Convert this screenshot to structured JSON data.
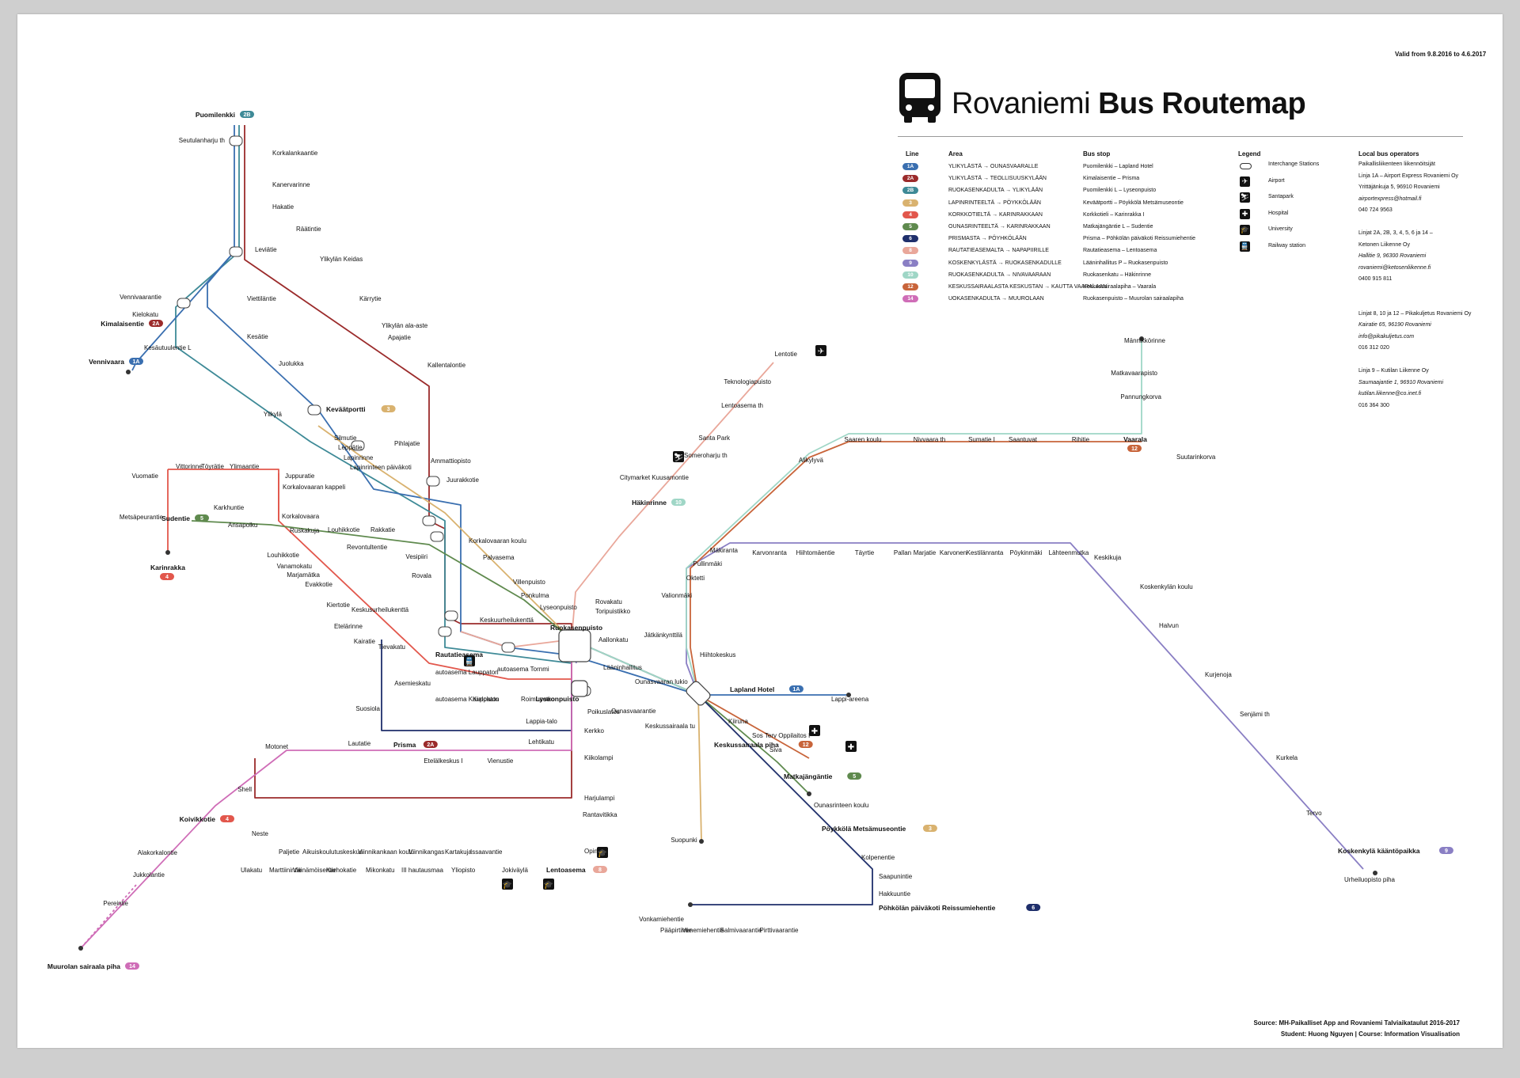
{
  "header": {
    "valid": "Valid from 9.8.2016 to 4.6.2017",
    "title_regular": "Rovaniemi ",
    "title_bold": "Bus Routemap"
  },
  "columns": {
    "line": "Line",
    "area": "Area",
    "busstop": "Bus stop",
    "legend": "Legend",
    "operators": "Local bus operators"
  },
  "lines": [
    {
      "id": "1A",
      "color": "#3a6fb0",
      "area": "YLIKYLÄSTÄ → OUNASVAARALLE",
      "stop": "Puomilenkki – Lapland Hotel"
    },
    {
      "id": "2A",
      "color": "#9b2b2b",
      "area": "YLIKYLÄSTÄ → TEOLLISUUSKYLÄÄN",
      "stop": "Kimalaisentie – Prisma"
    },
    {
      "id": "2B",
      "color": "#3e8a97",
      "area": "RUOKASENKADULTA → YLIKYLÄÄN",
      "stop": "Puomilenkki L – Lyseonpuisto"
    },
    {
      "id": "3",
      "color": "#d9b26f",
      "area": "LAPINRINTEELTÄ → PÖYKKÖLÄÄN",
      "stop": "Keväätportti – Pöykkölä Metsämuseontie"
    },
    {
      "id": "4",
      "color": "#e2574c",
      "area": "KORKKOTIELTÄ → KARINRAKKAAN",
      "stop": "Korkkotieli – Karinrakka I"
    },
    {
      "id": "5",
      "color": "#5f8a4e",
      "area": "OUNASRINTEELTÄ → KARINRAKKAAN",
      "stop": "Matkajängäntie L – Sudentie"
    },
    {
      "id": "6",
      "color": "#1f2f6b",
      "area": "PRISMASTA → PÖYHKÖLÄÄN",
      "stop": "Prisma – Pöhkölän päiväkoti Reissumiehentie"
    },
    {
      "id": "8",
      "color": "#e9a79a",
      "area": "RAUTATIEASEMALTA → NAPAPIIRILLE",
      "stop": "Rautatieasema – Lentoasema"
    },
    {
      "id": "9",
      "color": "#8a7fc4",
      "area": "KOSKENKYLÄSTÄ → RUOKASENKADULLE",
      "stop": "Lääninhallitus P – Ruokasenpuisto"
    },
    {
      "id": "10",
      "color": "#9fd6c6",
      "area": "RUOKASENKADULTA → NIVAVAARAAN",
      "stop": "Ruokasenkatu – Häkinrinne"
    },
    {
      "id": "12",
      "color": "#c8643a",
      "area": "KESKUSSAIRAALASTA KESKUSTAN → KAUTTA VAARALAAN",
      "stop": "Keskussairaalapiha – Vaarala"
    },
    {
      "id": "14",
      "color": "#cf6db7",
      "area": "UOKASENKADULTA → MUUROLAAN",
      "stop": "Ruokasenpuisto – Muurolan sairaalapiha"
    }
  ],
  "legend": [
    {
      "label": "Interchange Stations",
      "icon": "interchange-icon"
    },
    {
      "label": "Airport",
      "icon": "airport-icon"
    },
    {
      "label": "Santapark",
      "icon": "santapark-icon"
    },
    {
      "label": "Hospital",
      "icon": "hospital-icon"
    },
    {
      "label": "University",
      "icon": "university-icon"
    },
    {
      "label": "Railway station",
      "icon": "railway-icon"
    }
  ],
  "operators": [
    "Paikallisliikenteen liikennöitsijät",
    "Linja 1A – Airport Express Rovaniemi Oy",
    "Yrittäjänkuja 5, 96910 Rovaniemi",
    "airportexpress@hotmail.fi",
    "040 724 9563",
    "",
    "Linjat 2A, 2B, 3, 4, 5, 6 ja 14 –",
    "Ketonen Liikenne Oy",
    "Hallitie 9, 96300 Rovaniemi",
    "rovaniemi@ketosenliikenne.fi",
    "0400 915 811",
    "",
    "",
    "Linjat 8, 10 ja 12 – Pikakuljetus Rovaniemi Oy",
    "Kairatie 65, 96190 Rovaniemi",
    "info@pikakuljetus.com",
    "016 312 020",
    "",
    "Linja 9 – Kutilan Liikenne Oy",
    "Saumaajantie 1, 96910 Rovaniemi",
    "kutilan.liikenne@co.inet.fi",
    "016 364 300"
  ],
  "footer": {
    "source": "Source: MH-Paikalliset App  and Rovaniemi Talviaikataulut 2016-2017",
    "student": "Student: Huong Nguyen | Course: Information Visualisation"
  },
  "stops": [
    {
      "name": "Puomilenkki",
      "bold": true,
      "badge": "2B"
    },
    {
      "name": "Seutulanharju th"
    },
    {
      "name": "Korkalankaantie"
    },
    {
      "name": "Kanervarinne"
    },
    {
      "name": "Hakatie"
    },
    {
      "name": "Räätintie"
    },
    {
      "name": "Ylikylän Keidas"
    },
    {
      "name": "Leviätie"
    },
    {
      "name": "Vennivaarantie"
    },
    {
      "name": "Kielokatu"
    },
    {
      "name": "Kimalaisentie",
      "bold": true,
      "badge": "2A"
    },
    {
      "name": "Kesäutuulentie L"
    },
    {
      "name": "Vennivaara",
      "bold": true,
      "badge": "1A"
    },
    {
      "name": "Viettiläntie"
    },
    {
      "name": "Kärrytie"
    },
    {
      "name": "Ylikylän ala-aste"
    },
    {
      "name": "Apajatie"
    },
    {
      "name": "Kallentalontie"
    },
    {
      "name": "Kesätie"
    },
    {
      "name": "Juolukka"
    },
    {
      "name": "Ylikylä"
    },
    {
      "name": "Keväätportti",
      "bold": true,
      "badge": "3"
    },
    {
      "name": "Silmutie"
    },
    {
      "name": "Leppätie"
    },
    {
      "name": "Lapinrinne"
    },
    {
      "name": "Lapinrinteen päiväkoti"
    },
    {
      "name": "Pihlajatie"
    },
    {
      "name": "Ammattiopisto"
    },
    {
      "name": "Juurakkotie"
    },
    {
      "name": "Vittorinne"
    },
    {
      "name": "Töyrätie"
    },
    {
      "name": "Ylimaantie"
    },
    {
      "name": "Juppuratie"
    },
    {
      "name": "Vuomatie"
    },
    {
      "name": "Korkalovaaran kappeli"
    },
    {
      "name": "Metsäpeurantie"
    },
    {
      "name": "Karinrakka",
      "bold": true,
      "badge": "4"
    },
    {
      "name": "Karkhuntie"
    },
    {
      "name": "Sudentie",
      "bold": true,
      "badge": "5"
    },
    {
      "name": "Ansapolku"
    },
    {
      "name": "Korkalovaara"
    },
    {
      "name": "Ruskakuja"
    },
    {
      "name": "Louhikkotie"
    },
    {
      "name": "Rakkatie"
    },
    {
      "name": "Revontultentie"
    },
    {
      "name": "Korkalovaaran koulu"
    },
    {
      "name": "Vesipiiri"
    },
    {
      "name": "Palvasema"
    },
    {
      "name": "Rovala"
    },
    {
      "name": "Villenpuisto"
    },
    {
      "name": "Ponkulma"
    },
    {
      "name": "Lyseonpuisto"
    },
    {
      "name": "Keskuurheilukenttä"
    },
    {
      "name": "Louhikkotie"
    },
    {
      "name": "Vanamokatu"
    },
    {
      "name": "Marjamätka"
    },
    {
      "name": "Evakkotie"
    },
    {
      "name": "Kiertotie"
    },
    {
      "name": "Keskusurheilukenttä"
    },
    {
      "name": "Etelärinne"
    },
    {
      "name": "Kairatie"
    },
    {
      "name": "Tievakatu"
    },
    {
      "name": "Rautatieasema",
      "bold": true
    },
    {
      "name": "autoasema Lauppaton"
    },
    {
      "name": "autoasema Tornmi"
    },
    {
      "name": "Asemieskatu"
    },
    {
      "name": "autoasema Kauppaton"
    },
    {
      "name": "Kielokatu"
    },
    {
      "name": "Roimunotko"
    },
    {
      "name": "Lyseonpuisto",
      "bold": true
    },
    {
      "name": "Ruokasenpuisto",
      "bold": true
    },
    {
      "name": "Rovakatu"
    },
    {
      "name": "Toripuistikko"
    },
    {
      "name": "Aallonkatu"
    },
    {
      "name": "Lääninhallitus"
    },
    {
      "name": "Ounasvaaran lukio"
    },
    {
      "name": "Poikuslatos"
    },
    {
      "name": "Ounasvaarantie"
    },
    {
      "name": "Lappia-talo"
    },
    {
      "name": "Lehtikatu"
    },
    {
      "name": "Kerkko"
    },
    {
      "name": "Kiikolampi"
    },
    {
      "name": "Harjulampi"
    },
    {
      "name": "Rantavitikka"
    },
    {
      "name": "Opintie"
    },
    {
      "name": "Suosiola"
    },
    {
      "name": "Prisma",
      "bold": true,
      "badge": "2A"
    },
    {
      "name": "Lautatie"
    },
    {
      "name": "Motonet"
    },
    {
      "name": "Etelälkeskus I"
    },
    {
      "name": "Vienustie"
    },
    {
      "name": "Shell"
    },
    {
      "name": "Koivikkotie",
      "bold": true,
      "badge": "4"
    },
    {
      "name": "Neste"
    },
    {
      "name": "Alakorkalontie"
    },
    {
      "name": "Jukkolantie"
    },
    {
      "name": "Pereintie"
    },
    {
      "name": "Muurolan sairaala piha",
      "bold": true,
      "badge": "14"
    },
    {
      "name": "Paljetie"
    },
    {
      "name": "Aikuiskoulutuskeskus"
    },
    {
      "name": "Viinnikankaan koulu"
    },
    {
      "name": "Viinnikangas"
    },
    {
      "name": "Kartakuja"
    },
    {
      "name": "Issaavantie"
    },
    {
      "name": "Ulakatu"
    },
    {
      "name": "Marttiinintie"
    },
    {
      "name": "Väinämöisentie"
    },
    {
      "name": "Karhokatie"
    },
    {
      "name": "Mikonkatu"
    },
    {
      "name": "III hautausmaa"
    },
    {
      "name": "Yliopisto"
    },
    {
      "name": "Jokiväylä"
    },
    {
      "name": "Lentoasema",
      "bold": true,
      "badge": "8"
    },
    {
      "name": "Lentotie"
    },
    {
      "name": "Teknologiapuisto"
    },
    {
      "name": "Lentoasema th"
    },
    {
      "name": "Santa Park"
    },
    {
      "name": "Someroharju th"
    },
    {
      "name": "Citymarket Kuusamontie"
    },
    {
      "name": "Häkinrinne",
      "bold": true,
      "badge": "10"
    },
    {
      "name": "Männikkörinne"
    },
    {
      "name": "Matkavaarapisto"
    },
    {
      "name": "Pannungkorva"
    },
    {
      "name": "Saaren koulu"
    },
    {
      "name": "Nivvaara th"
    },
    {
      "name": "Sumatie I"
    },
    {
      "name": "Saantuvat"
    },
    {
      "name": "Rihitie"
    },
    {
      "name": "Vaarala",
      "bold": true,
      "badge": "12"
    },
    {
      "name": "Suutarinkorva"
    },
    {
      "name": "Alikylyvä"
    },
    {
      "name": "Mäkiranta"
    },
    {
      "name": "Pullinmäki"
    },
    {
      "name": "Oktetti"
    },
    {
      "name": "Valionmäki"
    },
    {
      "name": "Jätkänkynttilä"
    },
    {
      "name": "Hiihtokeskus"
    },
    {
      "name": "Karvonranta"
    },
    {
      "name": "Hiihtomäentie"
    },
    {
      "name": "Täyrtie"
    },
    {
      "name": "Pallan"
    },
    {
      "name": "Marjatie"
    },
    {
      "name": "Karvonen"
    },
    {
      "name": "Kestilänranta"
    },
    {
      "name": "Pöykinmäki"
    },
    {
      "name": "Lähteenmutka"
    },
    {
      "name": "Keskikuja"
    },
    {
      "name": "Koskenkylän koulu"
    },
    {
      "name": "Halvun"
    },
    {
      "name": "Kurjenoja"
    },
    {
      "name": "Senjämi th"
    },
    {
      "name": "Kurkela"
    },
    {
      "name": "Tervo"
    },
    {
      "name": "Koskenkylä kääntöpaikka",
      "bold": true,
      "badge": "9"
    },
    {
      "name": "Urheiluopisto piha"
    },
    {
      "name": "Lapland Hotel",
      "bold": true,
      "badge": "1A"
    },
    {
      "name": "Lappi-areena"
    },
    {
      "name": "Kiiruna"
    },
    {
      "name": "Keskussairaala tu"
    },
    {
      "name": "Sos Terv Oppilaitos I"
    },
    {
      "name": "Keskussairaala piha",
      "bold": true,
      "badge": "12"
    },
    {
      "name": "Siva"
    },
    {
      "name": "Matkajängäntie",
      "bold": true,
      "badge": "5"
    },
    {
      "name": "Ounasrinteen koulu"
    },
    {
      "name": "Pöykkölä Metsämuseontie",
      "bold": true,
      "badge": "3"
    },
    {
      "name": "Suopunki"
    },
    {
      "name": "Kolpenentie"
    },
    {
      "name": "Saapunintie"
    },
    {
      "name": "Hakkuuntie"
    },
    {
      "name": "Pöhkölän päiväkoti Reissumiehentie",
      "bold": true,
      "badge": "6"
    },
    {
      "name": "Vonkamiehentie"
    },
    {
      "name": "Pääpirtintie"
    },
    {
      "name": "Venemiehentie"
    },
    {
      "name": "Salmivaarantie"
    },
    {
      "name": "Pirttivaarantie"
    }
  ]
}
